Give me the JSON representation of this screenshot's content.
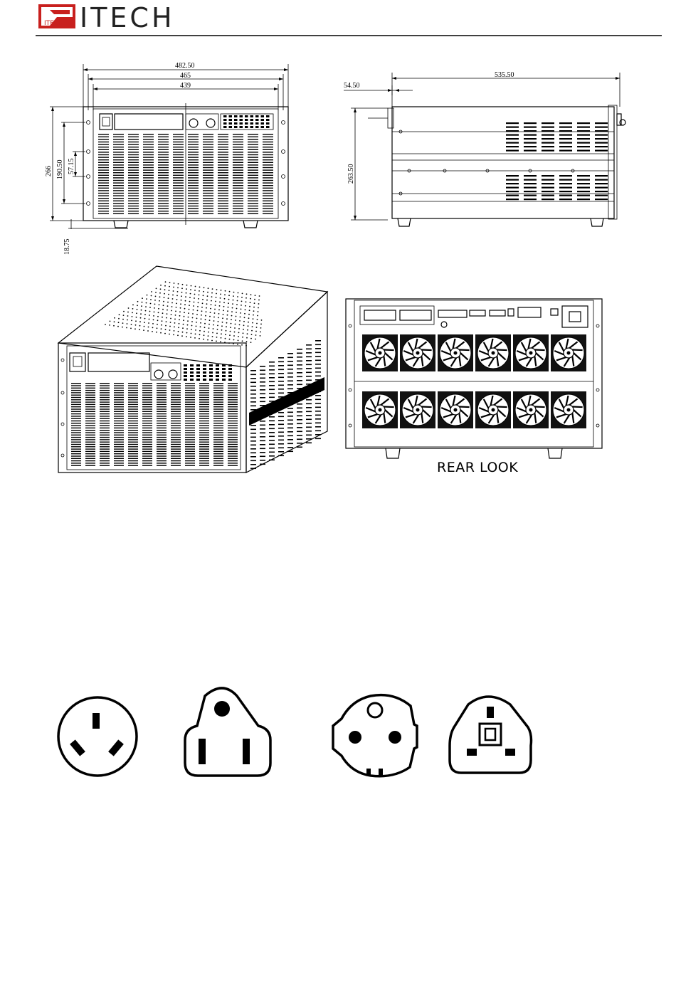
{
  "header": {
    "brand_logo_text": "ITECH",
    "brand_mark_text": "ITECH"
  },
  "front_view": {
    "dim_width_overall": "482.50",
    "dim_width_ears": "465",
    "dim_width_body": "439",
    "dim_height_overall": "266",
    "dim_height_hole_span": "190.50",
    "dim_height_hole_pitch": "57.15",
    "dim_foot_height": "18.75"
  },
  "side_view": {
    "dim_depth": "535.50",
    "dim_handle": "54.50",
    "dim_height": "263.50"
  },
  "rear_view": {
    "caption": "REAR LOOK"
  },
  "outlets": [
    {
      "name": "outlet-au-cn"
    },
    {
      "name": "outlet-us"
    },
    {
      "name": "outlet-eu-schuko"
    },
    {
      "name": "outlet-uk"
    }
  ],
  "colors": {
    "brand_red": "#c8201e",
    "line": "#000000"
  }
}
